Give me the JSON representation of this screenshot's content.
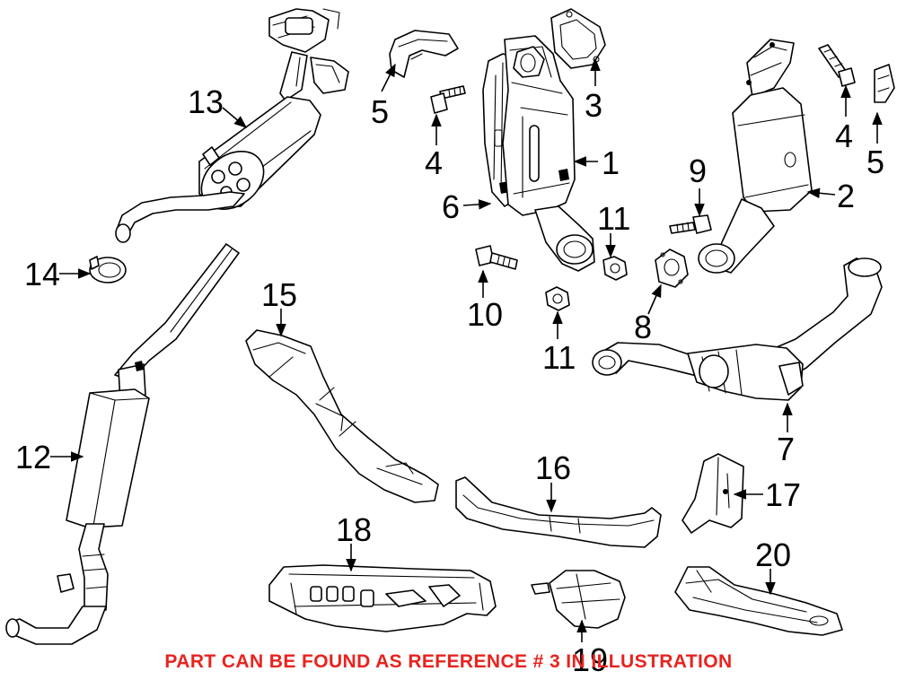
{
  "colors": {
    "line": "#000000",
    "background": "#ffffff",
    "notice": "#e8231f"
  },
  "callouts": [
    "1",
    "2",
    "3",
    "4",
    "4",
    "5",
    "5",
    "6",
    "7",
    "8",
    "9",
    "10",
    "11",
    "11",
    "12",
    "13",
    "14",
    "15",
    "16",
    "17",
    "18",
    "19",
    "20"
  ],
  "notice": "PART CAN BE FOUND AS REFERENCE # 3 IN ILLUSTRATION",
  "parts": [
    {
      "ref": "1",
      "icon": "catalytic-converter-icon"
    },
    {
      "ref": "2",
      "icon": "catalytic-converter-icon"
    },
    {
      "ref": "3",
      "icon": "gasket-icon"
    },
    {
      "ref": "4",
      "icon": "stud-icon"
    },
    {
      "ref": "5",
      "icon": "heat-shield-icon"
    },
    {
      "ref": "6",
      "icon": "heat-shield-icon"
    },
    {
      "ref": "7",
      "icon": "crossover-pipe-icon"
    },
    {
      "ref": "8",
      "icon": "gasket-icon"
    },
    {
      "ref": "9",
      "icon": "bolt-icon"
    },
    {
      "ref": "10",
      "icon": "bolt-icon"
    },
    {
      "ref": "11",
      "icon": "nut-icon"
    },
    {
      "ref": "12",
      "icon": "resonator-icon"
    },
    {
      "ref": "13",
      "icon": "muffler-icon"
    },
    {
      "ref": "14",
      "icon": "clamp-icon"
    },
    {
      "ref": "15",
      "icon": "heat-shield-icon"
    },
    {
      "ref": "16",
      "icon": "heat-shield-icon"
    },
    {
      "ref": "17",
      "icon": "bracket-icon"
    },
    {
      "ref": "18",
      "icon": "heat-shield-icon"
    },
    {
      "ref": "19",
      "icon": "heat-shield-icon"
    },
    {
      "ref": "20",
      "icon": "heat-shield-icon"
    }
  ]
}
